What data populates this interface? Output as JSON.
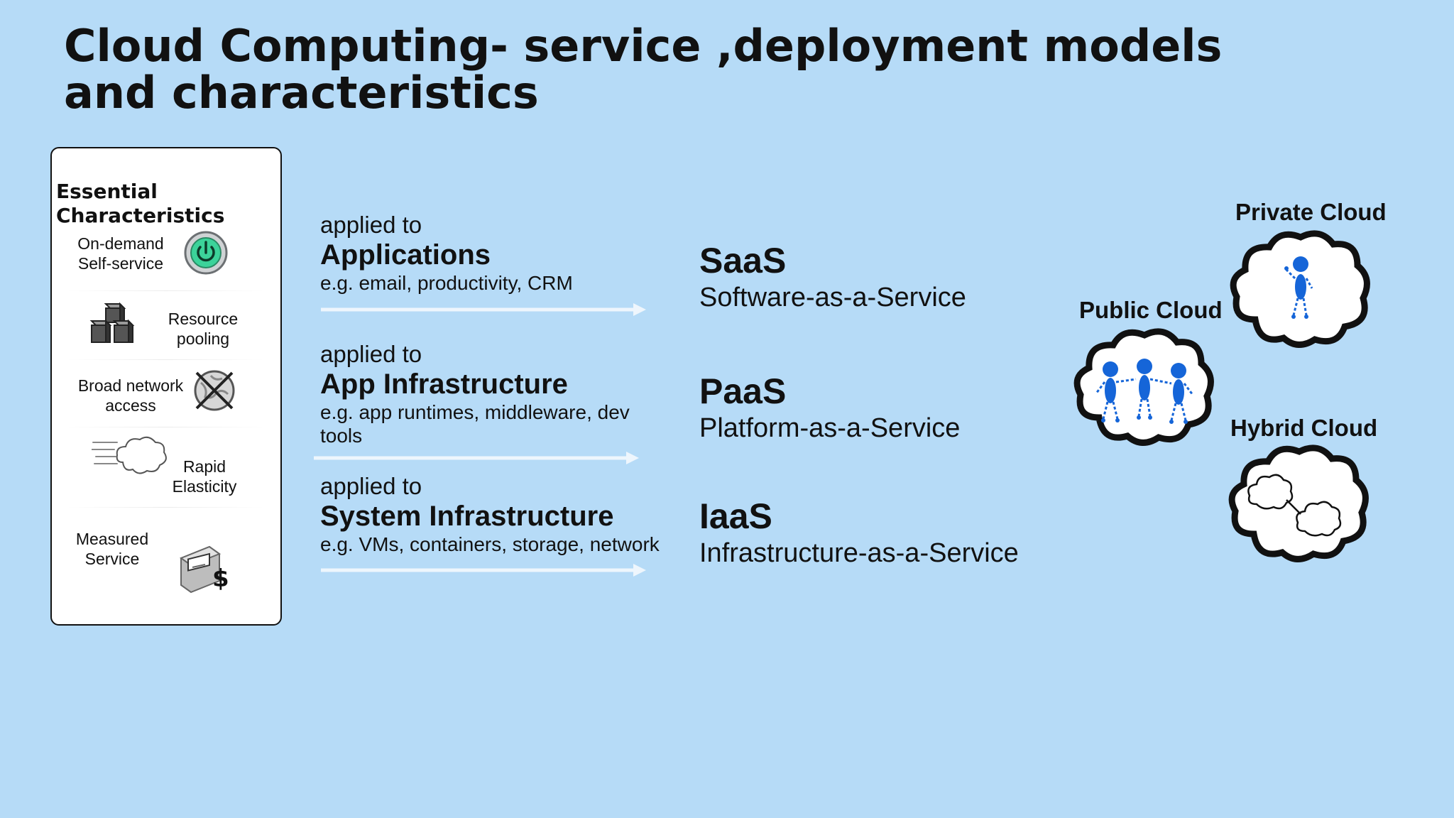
{
  "title": "Cloud Computing- service ,deployment models and characteristics",
  "characteristics": {
    "heading": "Essential Characteristics",
    "items": [
      {
        "label": "On-demand Self-service",
        "icon": "power-icon"
      },
      {
        "label": "Resource pooling",
        "icon": "cubes-icon"
      },
      {
        "label": "Broad network access",
        "icon": "globe-icon"
      },
      {
        "label": "Rapid Elasticity",
        "icon": "speeding-cloud-icon"
      },
      {
        "label": "Measured Service",
        "icon": "meter-icon"
      }
    ]
  },
  "services": [
    {
      "applied": "applied to",
      "name": "Applications",
      "example": "e.g. email, productivity, CRM",
      "abbr": "SaaS",
      "full": "Software-as-a-Service"
    },
    {
      "applied": "applied to",
      "name": "App Infrastructure",
      "example": "e.g. app runtimes, middleware, dev tools",
      "abbr": "PaaS",
      "full": "Platform-as-a-Service"
    },
    {
      "applied": "applied to",
      "name": "System Infrastructure",
      "example": "e.g. VMs, containers, storage, network",
      "abbr": "IaaS",
      "full": "Infrastructure-as-a-Service"
    }
  ],
  "deployment": {
    "private": "Private Cloud",
    "public": "Public Cloud",
    "hybrid": "Hybrid Cloud"
  },
  "colors": {
    "background": "#b6dbf7",
    "figure_blue": "#1565d8",
    "power_green": "#3cd39a"
  }
}
